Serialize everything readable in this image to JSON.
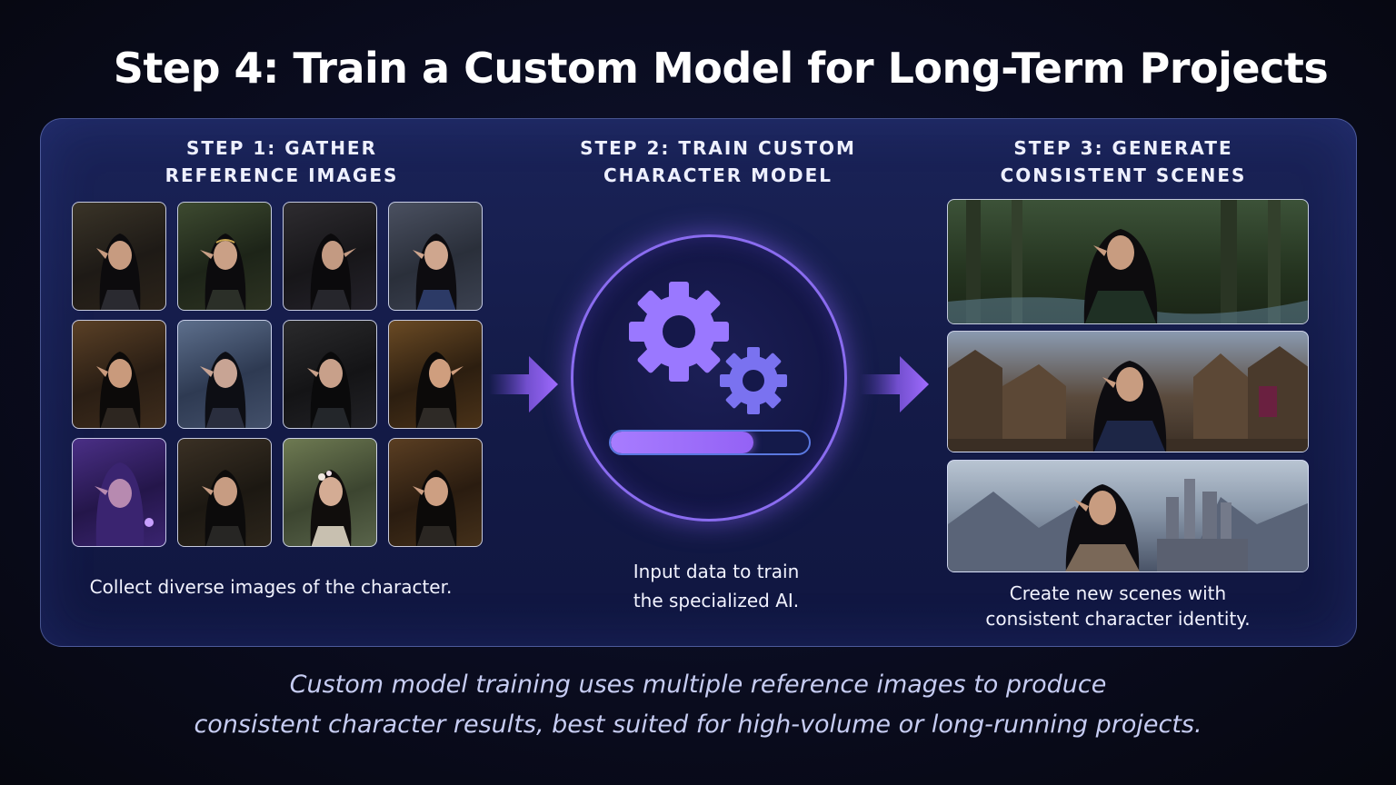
{
  "title": "Step 4: Train a Custom Model for Long-Term Projects",
  "steps": [
    {
      "heading_lines": [
        "STEP 1: GATHER",
        "REFERENCE IMAGES"
      ],
      "caption_lines": [
        "Collect diverse images of the character."
      ]
    },
    {
      "heading_lines": [
        "STEP 2: TRAIN CUSTOM",
        "CHARACTER MODEL"
      ],
      "caption_lines": [
        "Input data to train",
        "the specialized AI."
      ],
      "training_progress": 0.72
    },
    {
      "heading_lines": [
        "STEP 3: GENERATE",
        "CONSISTENT SCENES"
      ],
      "caption_lines": [
        "Create new scenes with",
        "consistent character identity."
      ]
    }
  ],
  "footnote_lines": [
    "Custom model training uses multiple reference images to produce",
    "consistent character results, best suited for high-volume or long-running projects."
  ],
  "colors": {
    "accent_purple": "#9462f5",
    "gear_purple": "#9a78ff",
    "gear_small": "#7a72f0",
    "panel_border": "#8ca0f0"
  },
  "icons": [
    "gear-icon",
    "arrow-right-icon"
  ]
}
